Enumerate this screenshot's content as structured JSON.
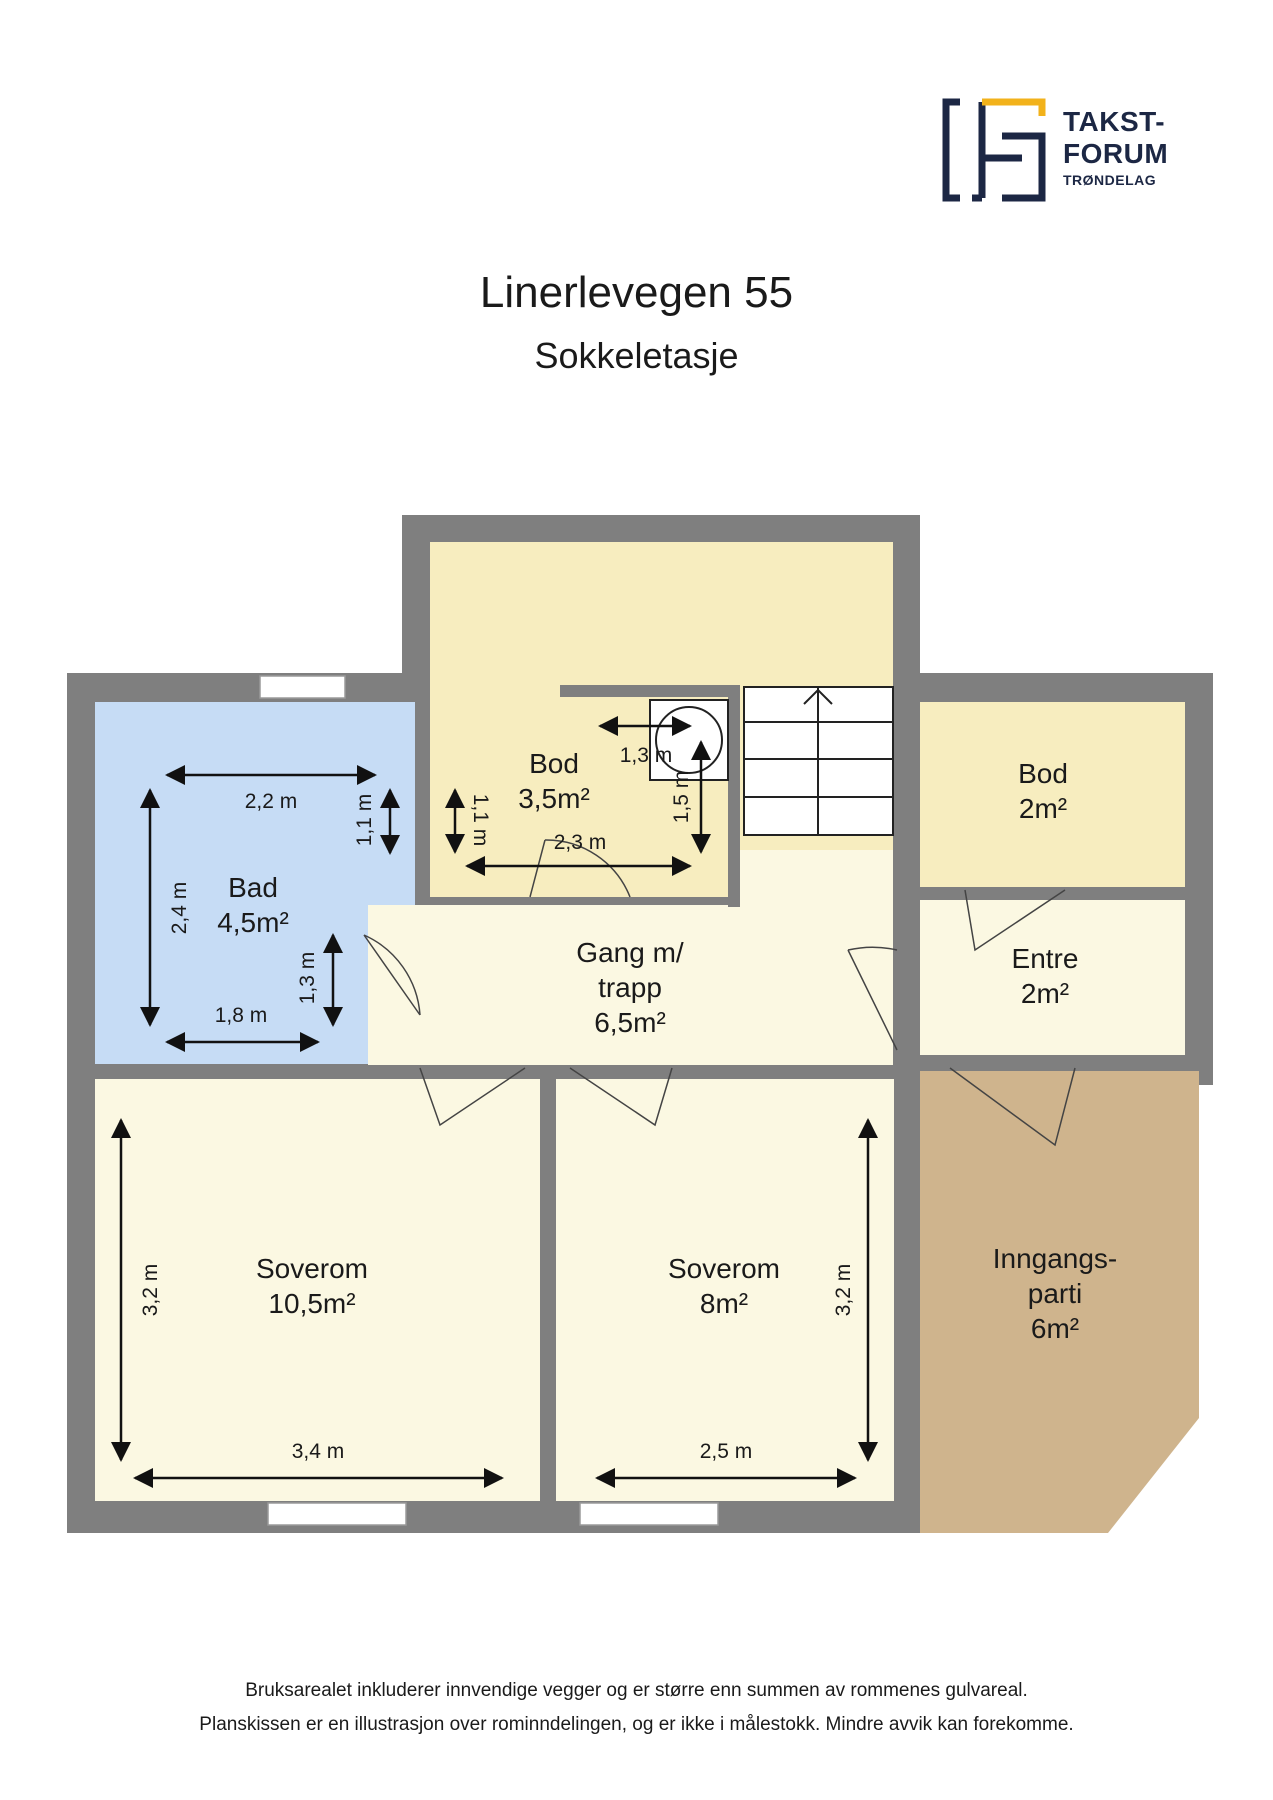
{
  "logo": {
    "line1": "TAKST-",
    "line2": "FORUM",
    "line3": "TRØNDELAG",
    "colors": {
      "navy": "#1c2744",
      "gold": "#f2b21b"
    }
  },
  "title": "Linerlevegen 55",
  "subtitle": "Sokkeletasje",
  "rooms": {
    "bad": {
      "name": "Bad",
      "area": "4,5m²",
      "color": "#c6dcf5"
    },
    "bod_center": {
      "name": "Bod",
      "area": "3,5m²",
      "color": "#f7edbf"
    },
    "bod_right": {
      "name": "Bod",
      "area": "2m²",
      "color": "#f7edbf"
    },
    "gang": {
      "line1": "Gang m/",
      "line2": "trapp",
      "area": "6,5m²",
      "color": "#fbf8e2"
    },
    "entre": {
      "name": "Entre",
      "area": "2m²",
      "color": "#fbf8e2"
    },
    "soverom_left": {
      "name": "Soverom",
      "area": "10,5m²",
      "color": "#fbf8e2"
    },
    "soverom_right": {
      "name": "Soverom",
      "area": "8m²",
      "color": "#fbf8e2"
    },
    "inngangsparti": {
      "line1": "Inngangs-",
      "line2": "parti",
      "area": "6m²",
      "color": "#cfb48d"
    }
  },
  "dimensions": {
    "bad_width_top": "2,2 m",
    "bad_height": "2,4 m",
    "bad_niche_top": "1,1 m",
    "bad_niche_bottom": "1,3 m",
    "bad_width_bottom": "1,8 m",
    "bod_left_height": "1,1 m",
    "bod_width": "2,3 m",
    "bod_top_width": "1,3 m",
    "bod_right_height": "1,5 m",
    "soverom_left_height": "3,2 m",
    "soverom_left_width": "3,4 m",
    "soverom_right_height": "3,2 m",
    "soverom_right_width": "2,5 m"
  },
  "notes": {
    "line1": "Bruksarealet inkluderer innvendige vegger og er større enn summen av rommenes gulvareal.",
    "line2": "Planskissen er en illustrasjon over rominndelingen, og er ikke i målestokk. Mindre avvik kan forekomme."
  },
  "colors": {
    "wall": "#7f7f7f",
    "window": "#ffffff"
  }
}
